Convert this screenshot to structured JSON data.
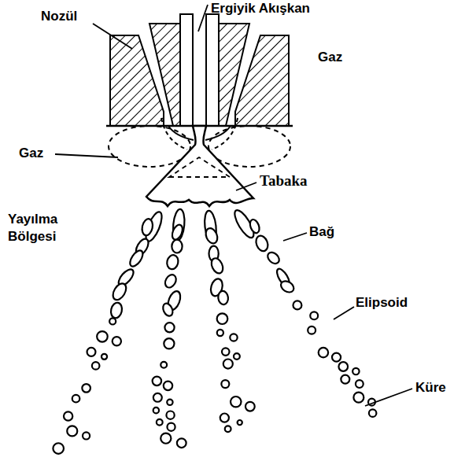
{
  "diagram": {
    "labels": [
      "Nozül",
      "Ergiyik Akışkan",
      "Gaz",
      "Gaz",
      "Tabaka",
      "Yayılma Bölgesi",
      "Bağ",
      "Elipsoid",
      "Küre"
    ]
  }
}
